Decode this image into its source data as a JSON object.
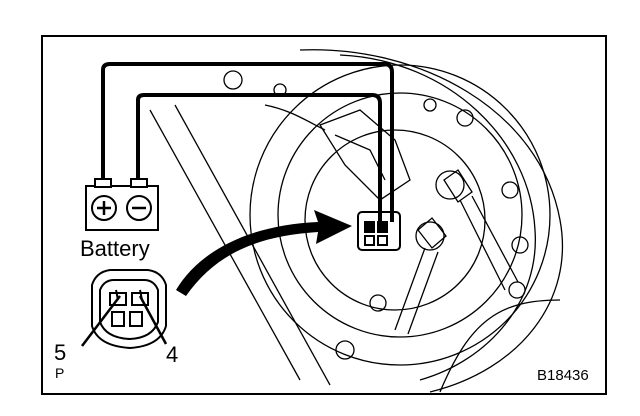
{
  "labels": {
    "battery": "Battery",
    "pin_5": "5",
    "pin_4": "4",
    "connector_letter": "P",
    "figure_code": "B18436"
  },
  "icons": {
    "positive_terminal": "plus-icon",
    "negative_terminal": "minus-icon"
  },
  "colors": {
    "line": "#000000",
    "background": "#ffffff"
  }
}
